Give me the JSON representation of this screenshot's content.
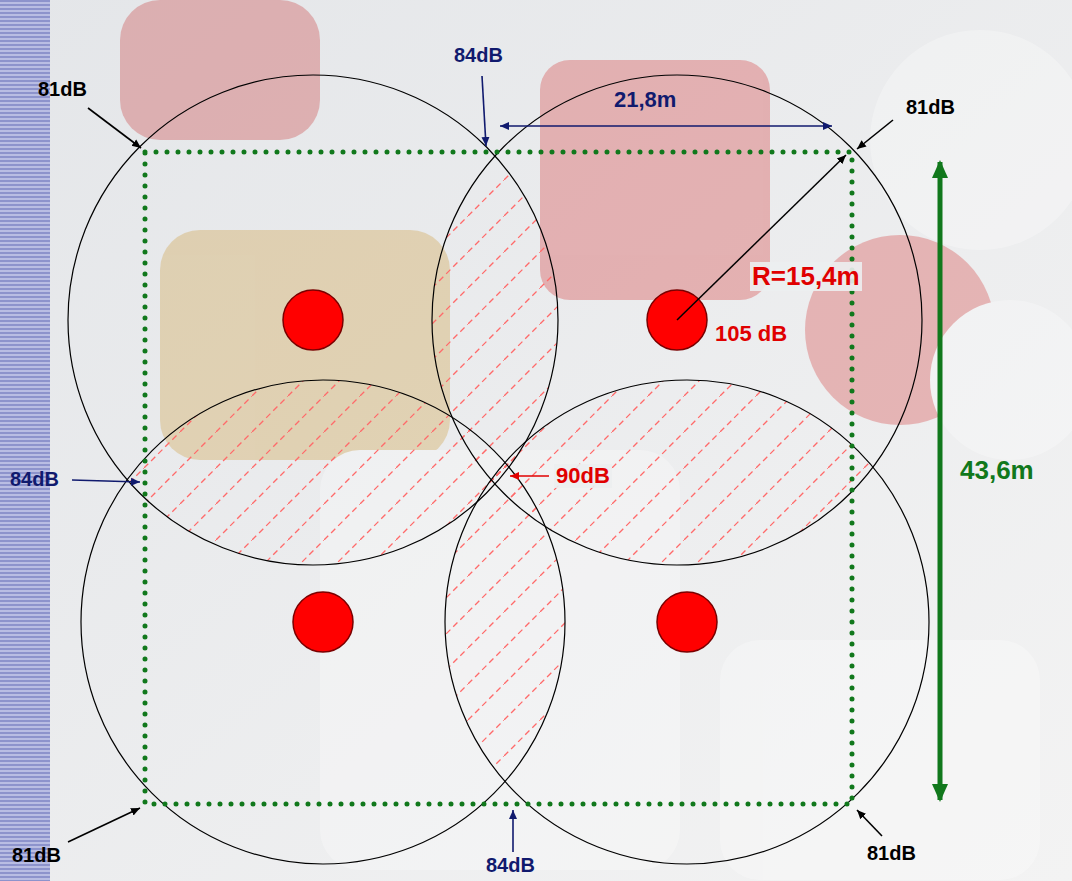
{
  "diagram": {
    "labels": [
      "84dB",
      "21,8m",
      "81dB",
      "81dB",
      "R=15,4m",
      "105 dB",
      "84dB",
      "90dB",
      "43,6m",
      "81dB",
      "84dB",
      "81dB"
    ]
  }
}
